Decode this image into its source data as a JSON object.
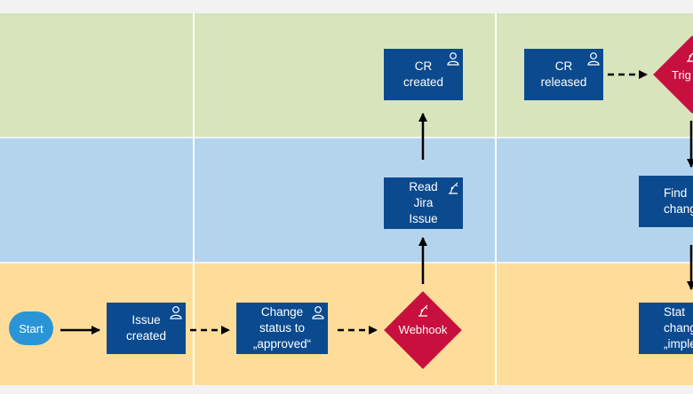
{
  "nodes": {
    "start": "Start",
    "issue_created": "Issue\ncreated",
    "change_status": "Change\nstatus to\n„approved“",
    "webhook": "Webhook",
    "read_jira": "Read\nJira Issue",
    "cr_created": "CR\ncreated",
    "cr_released": "CR\nreleased",
    "trigger": "Trig",
    "find": "Find\nchange",
    "status_impl": "Stat\nchang\n„implen"
  },
  "icons": {
    "user": "user-icon",
    "robot": "robot-arm-icon"
  },
  "colors": {
    "lane_top": "#d8e4bc",
    "lane_mid": "#b4d4ee",
    "lane_bot": "#fedd9a",
    "task": "#0b4a8f",
    "gateway": "#c8103e",
    "start": "#2a95d6"
  }
}
